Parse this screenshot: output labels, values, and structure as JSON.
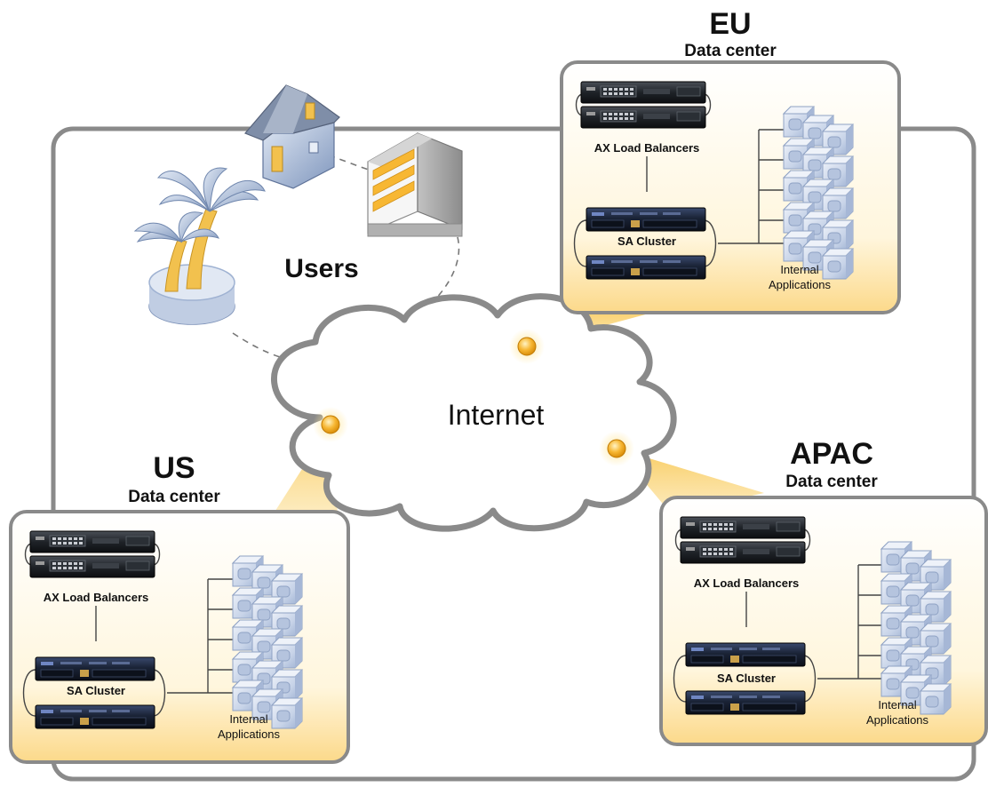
{
  "center": {
    "internet_label": "Internet"
  },
  "users": {
    "label": "Users"
  },
  "datacenters": [
    {
      "id": "eu",
      "region": "EU",
      "subtitle": "Data center",
      "lb_label": "AX Load Balancers",
      "sa_label": "SA Cluster",
      "apps_line1": "Internal",
      "apps_line2": "Applications"
    },
    {
      "id": "us",
      "region": "US",
      "subtitle": "Data center",
      "lb_label": "AX Load Balancers",
      "sa_label": "SA Cluster",
      "apps_line1": "Internal",
      "apps_line2": "Applications"
    },
    {
      "id": "apac",
      "region": "APAC",
      "subtitle": "Data center",
      "lb_label": "AX Load Balancers",
      "sa_label": "SA Cluster",
      "apps_line1": "Internal",
      "apps_line2": "Applications"
    }
  ],
  "colors": {
    "frame": "#8a8a8a",
    "accent": "#f7b733",
    "panel_fill": "#fff6dd",
    "server_tile": "#c9d6ea",
    "device": "#1d2126"
  }
}
